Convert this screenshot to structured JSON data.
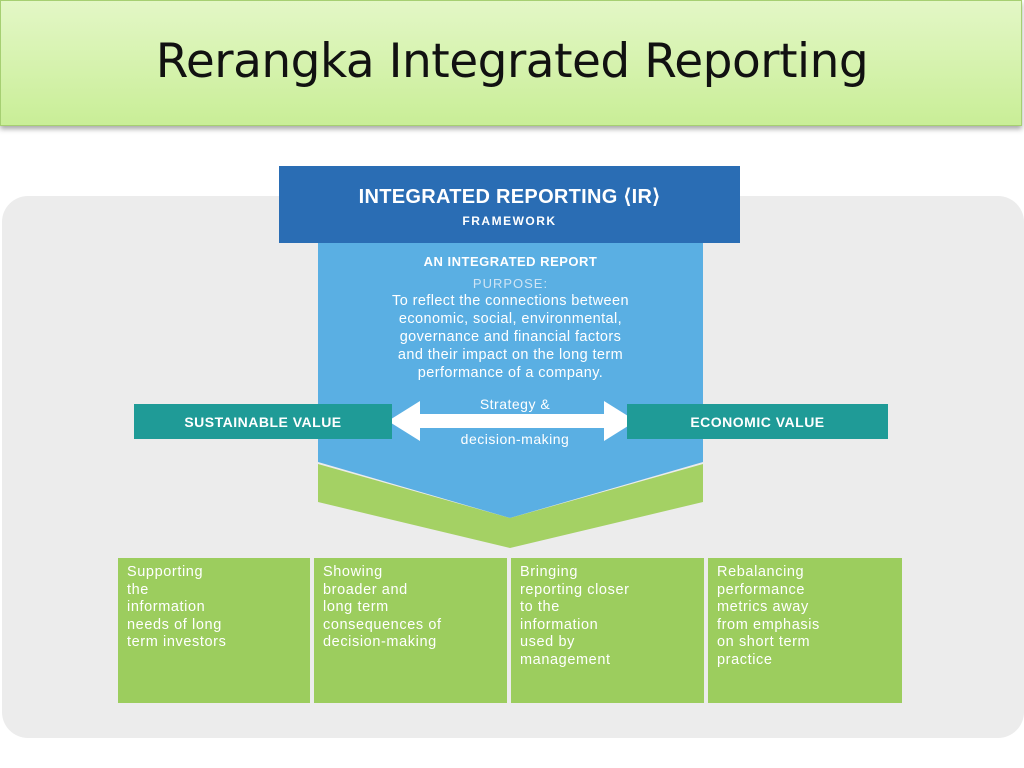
{
  "slide": {
    "title": "Rerangka Integrated Reporting"
  },
  "diagram": {
    "header": {
      "title": "INTEGRATED REPORTING ⟨IR⟩",
      "subtitle": "FRAMEWORK"
    },
    "report": {
      "heading": "AN INTEGRATED REPORT",
      "purpose_label": "PURPOSE:",
      "purpose_lines": [
        "To reflect the connections between",
        "economic, social, environmental,",
        "governance and financial factors",
        "and their impact on the long term",
        "performance of a company."
      ]
    },
    "left_bar": "SUSTAINABLE VALUE",
    "right_bar": "ECONOMIC VALUE",
    "strategy_line1": "Strategy &",
    "strategy_line2": "decision-making",
    "boxes": [
      "Supporting\nthe\ninformation\nneeds of long\nterm investors",
      "Showing\nbroader and\nlong term\nconsequences of\ndecision-making",
      "Bringing\nreporting closer\nto the\ninformation\nused by\nmanagement",
      "Rebalancing\nperformance\nmetrics away\nfrom emphasis\non short term\npractice"
    ],
    "colors": {
      "header_blue": "#2a6db4",
      "body_blue": "#5aafe3",
      "teal": "#1f9b97",
      "green": "#9ccd5e",
      "title_bg": "#d4f3a9"
    }
  }
}
